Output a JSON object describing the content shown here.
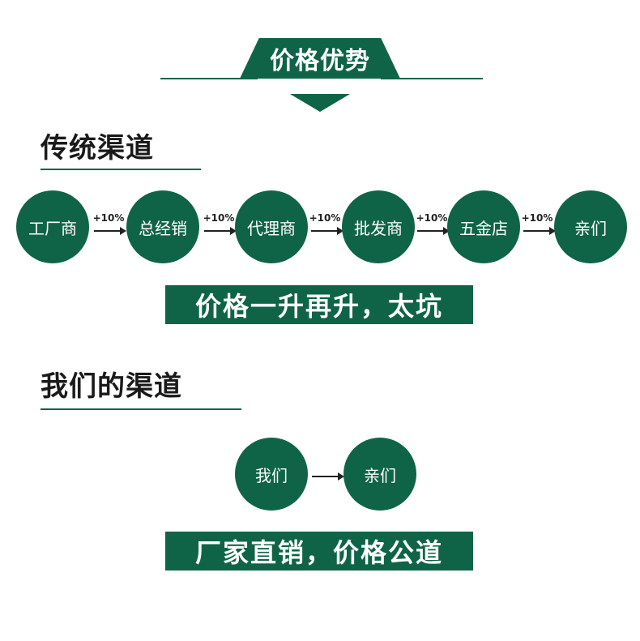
{
  "header": {
    "title": "价格优势"
  },
  "traditional": {
    "title": "传统渠道",
    "nodes": [
      "工厂商",
      "总经销",
      "代理商",
      "批发商",
      "五金店",
      "亲们"
    ],
    "markups": [
      "+10%",
      "+10%",
      "+10%",
      "+10%",
      "+10%"
    ],
    "banner": "价格一升再升，太坑"
  },
  "ours": {
    "title": "我们的渠道",
    "nodes": [
      "我们",
      "亲们"
    ],
    "banner": "厂家直销，价格公道"
  },
  "colors": {
    "accent": "#0f6447",
    "text": "#1a1a1a",
    "background": "#ffffff"
  }
}
